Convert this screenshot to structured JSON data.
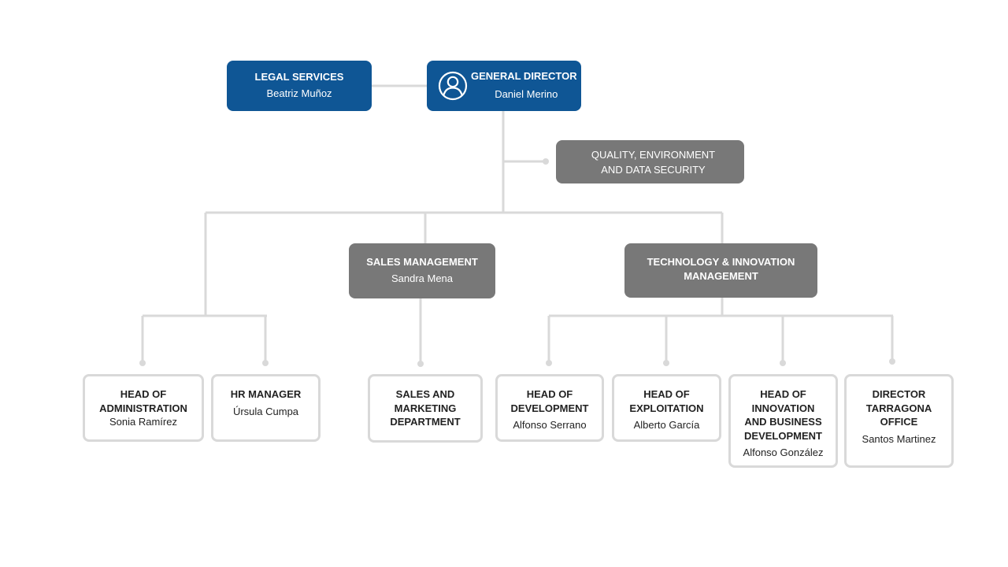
{
  "general_director": {
    "title": "GENERAL DIRECTOR",
    "name": "Daniel Merino",
    "icon": "person-circle-icon"
  },
  "legal_services": {
    "title": "LEGAL SERVICES",
    "name": "Beatriz Muñoz"
  },
  "quality": {
    "title": "QUALITY, ENVIRONMENT\nAND DATA SECURITY"
  },
  "sales_management": {
    "title": "SALES MANAGEMENT",
    "name": "Sandra Mena"
  },
  "technology_management": {
    "title": "TECHNOLOGY & INNOVATION\nMANAGEMENT"
  },
  "head_administration": {
    "title": "HEAD OF\nADMINISTRATION",
    "name": "Sonia Ramírez"
  },
  "hr_manager": {
    "title": "HR MANAGER",
    "name": "Úrsula Cumpa"
  },
  "sales_marketing": {
    "title": "SALES AND\nMARKETING\nDEPARTMENT"
  },
  "head_development": {
    "title": "HEAD OF\nDEVELOPMENT",
    "name": "Alfonso Serrano"
  },
  "head_exploitation": {
    "title": "HEAD OF\nEXPLOITATION",
    "name": "Alberto García"
  },
  "head_innovation": {
    "title": "HEAD OF\nINNOVATION\nAND BUSINESS\nDEVELOPMENT",
    "name": "Alfonso González"
  },
  "director_tarragona": {
    "title": "DIRECTOR\nTARRAGONA\nOFFICE",
    "name": "Santos Martinez"
  },
  "colors": {
    "blue": "#0f5695",
    "gray": "#787878",
    "border": "#d9d9d9",
    "line": "#d9d9d9"
  }
}
